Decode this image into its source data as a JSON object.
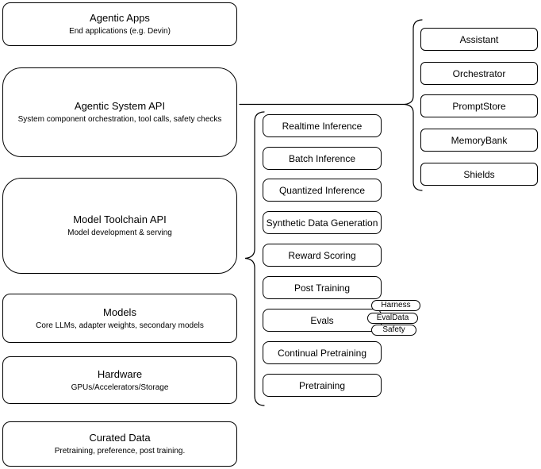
{
  "colors": {
    "stroke": "#000000",
    "canvas_background": "#ffffff",
    "text": "#000000",
    "shape_fill": "#ffffff"
  },
  "left_stack": [
    {
      "title": "Agentic Apps",
      "subtitle": "End applications (e.g. Devin)"
    },
    {
      "title": "Agentic System API",
      "subtitle": "System component orchestration, tool calls, safety checks"
    },
    {
      "title": "Model Toolchain API",
      "subtitle": "Model development & serving"
    },
    {
      "title": "Models",
      "subtitle": "Core LLMs, adapter weights, secondary models"
    },
    {
      "title": "Hardware",
      "subtitle": "GPUs/Accelerators/Storage"
    },
    {
      "title": "Curated Data",
      "subtitle": "Pretraining, preference, post training."
    }
  ],
  "toolchain": {
    "items": [
      "Realtime Inference",
      "Batch Inference",
      "Quantized Inference",
      "Synthetic Data Generation",
      "Reward Scoring",
      "Post Training",
      "Evals",
      "Continual Pretraining",
      "Pretraining"
    ]
  },
  "evals_tags": [
    "Harness",
    "EvalData",
    "Safety"
  ],
  "system_components": [
    "Assistant",
    "Orchestrator",
    "PromptStore",
    "MemoryBank",
    "Shields"
  ]
}
